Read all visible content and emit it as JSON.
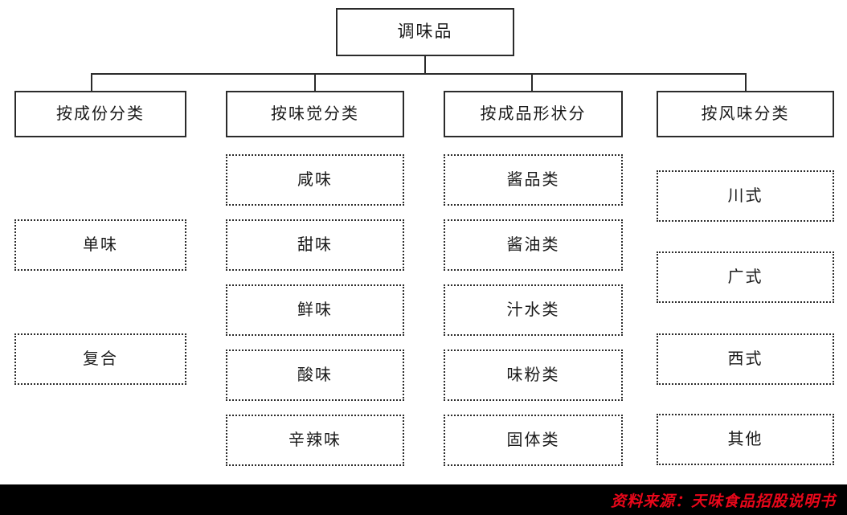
{
  "diagram": {
    "root": {
      "label": "调味品"
    },
    "categories": [
      {
        "label": "按成份分类"
      },
      {
        "label": "按味觉分类"
      },
      {
        "label": "按成品形状分"
      },
      {
        "label": "按风味分类"
      }
    ],
    "columns": [
      {
        "parent": "按成份分类",
        "leaves": [
          "单味",
          "复合"
        ]
      },
      {
        "parent": "按味觉分类",
        "leaves": [
          "咸味",
          "甜味",
          "鲜味",
          "酸味",
          "辛辣味"
        ]
      },
      {
        "parent": "按成品形状分",
        "leaves": [
          "酱品类",
          "酱油类",
          "汁水类",
          "味粉类",
          "固体类"
        ]
      },
      {
        "parent": "按风味分类",
        "leaves": [
          "川式",
          "广式",
          "西式",
          "其他"
        ]
      }
    ]
  },
  "footer": {
    "source_label": "资料来源：天味食品招股说明书"
  },
  "colors": {
    "line": "#2b2b2b",
    "text": "#1a1a1a",
    "footer_bg": "#000000",
    "footer_text": "#e8071a",
    "page_bg": "#ffffff"
  }
}
